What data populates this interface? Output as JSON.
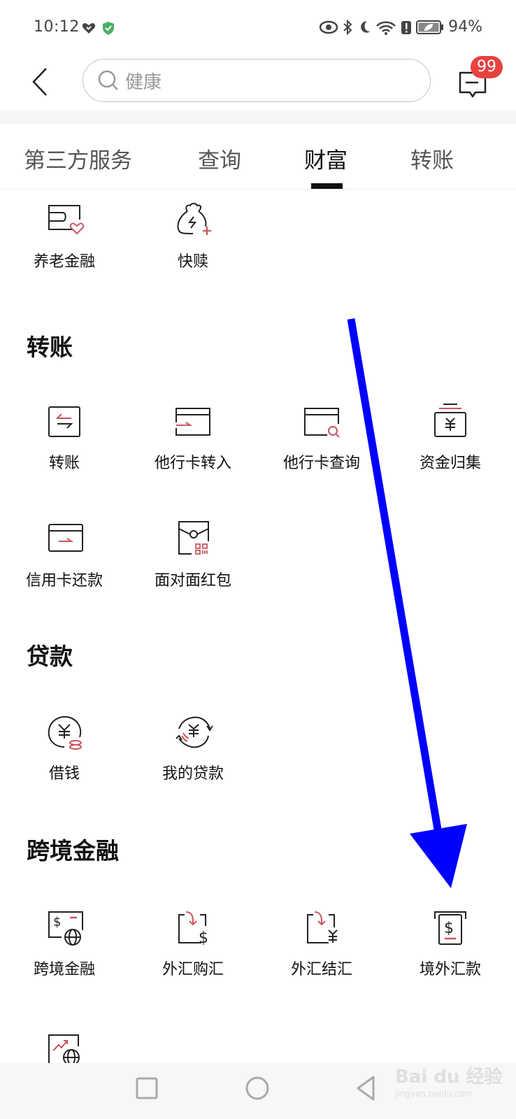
{
  "status_bar": {
    "time": "10:12",
    "battery_percent": "94%",
    "left_icons": [
      "heart-shield-icon",
      "security-check-icon"
    ],
    "right_icons": [
      "eye-comfort-icon",
      "bluetooth-icon",
      "moon-dnd-icon",
      "wifi-icon",
      "alert-icon",
      "battery-saver-icon"
    ]
  },
  "header": {
    "back_icon": "chevron-left-icon",
    "search_placeholder": "健康",
    "message_icon": "message-icon",
    "message_badge": "99"
  },
  "tabs": [
    {
      "label": "第三方服务",
      "active": false
    },
    {
      "label": "查询",
      "active": false
    },
    {
      "label": "财富",
      "active": true
    },
    {
      "label": "转账",
      "active": false
    }
  ],
  "sections": {
    "wealth_items": [
      {
        "label": "养老金融",
        "icon": "pension-card-icon"
      },
      {
        "label": "快赎",
        "icon": "quick-redeem-bag-icon"
      }
    ],
    "transfer": {
      "title": "转账",
      "items": [
        {
          "label": "转账",
          "icon": "transfer-arrows-icon"
        },
        {
          "label": "他行卡转入",
          "icon": "card-transfer-in-icon"
        },
        {
          "label": "他行卡查询",
          "icon": "card-search-icon"
        },
        {
          "label": "资金归集",
          "icon": "fund-collection-icon"
        },
        {
          "label": "信用卡还款",
          "icon": "credit-card-repay-icon"
        },
        {
          "label": "面对面红包",
          "icon": "red-envelope-qr-icon"
        }
      ]
    },
    "loan": {
      "title": "贷款",
      "items": [
        {
          "label": "借钱",
          "icon": "borrow-yuan-icon"
        },
        {
          "label": "我的贷款",
          "icon": "my-loan-cycle-icon"
        }
      ]
    },
    "cross_border": {
      "title": "跨境金融",
      "items": [
        {
          "label": "跨境金融",
          "icon": "cross-border-globe-icon"
        },
        {
          "label": "外汇购汇",
          "icon": "fx-buy-dollar-icon"
        },
        {
          "label": "外汇结汇",
          "icon": "fx-settle-yuan-icon"
        },
        {
          "label": "境外汇款",
          "icon": "overseas-remit-icon"
        },
        {
          "label": "",
          "icon": "global-invest-chart-icon"
        }
      ]
    }
  },
  "nav_bar": {
    "buttons": [
      "recent-apps-square-icon",
      "home-circle-icon",
      "back-triangle-icon"
    ]
  },
  "watermark": {
    "line1": "Bai du 经验",
    "line2": "jingyan.baidu.com"
  },
  "annotation": {
    "color": "#0000ff",
    "type": "arrow",
    "points_to": "境外汇款"
  },
  "colors": {
    "accent_red": "#c9555f",
    "badge_red": "#e64340",
    "arrow_blue": "#0000ff"
  }
}
